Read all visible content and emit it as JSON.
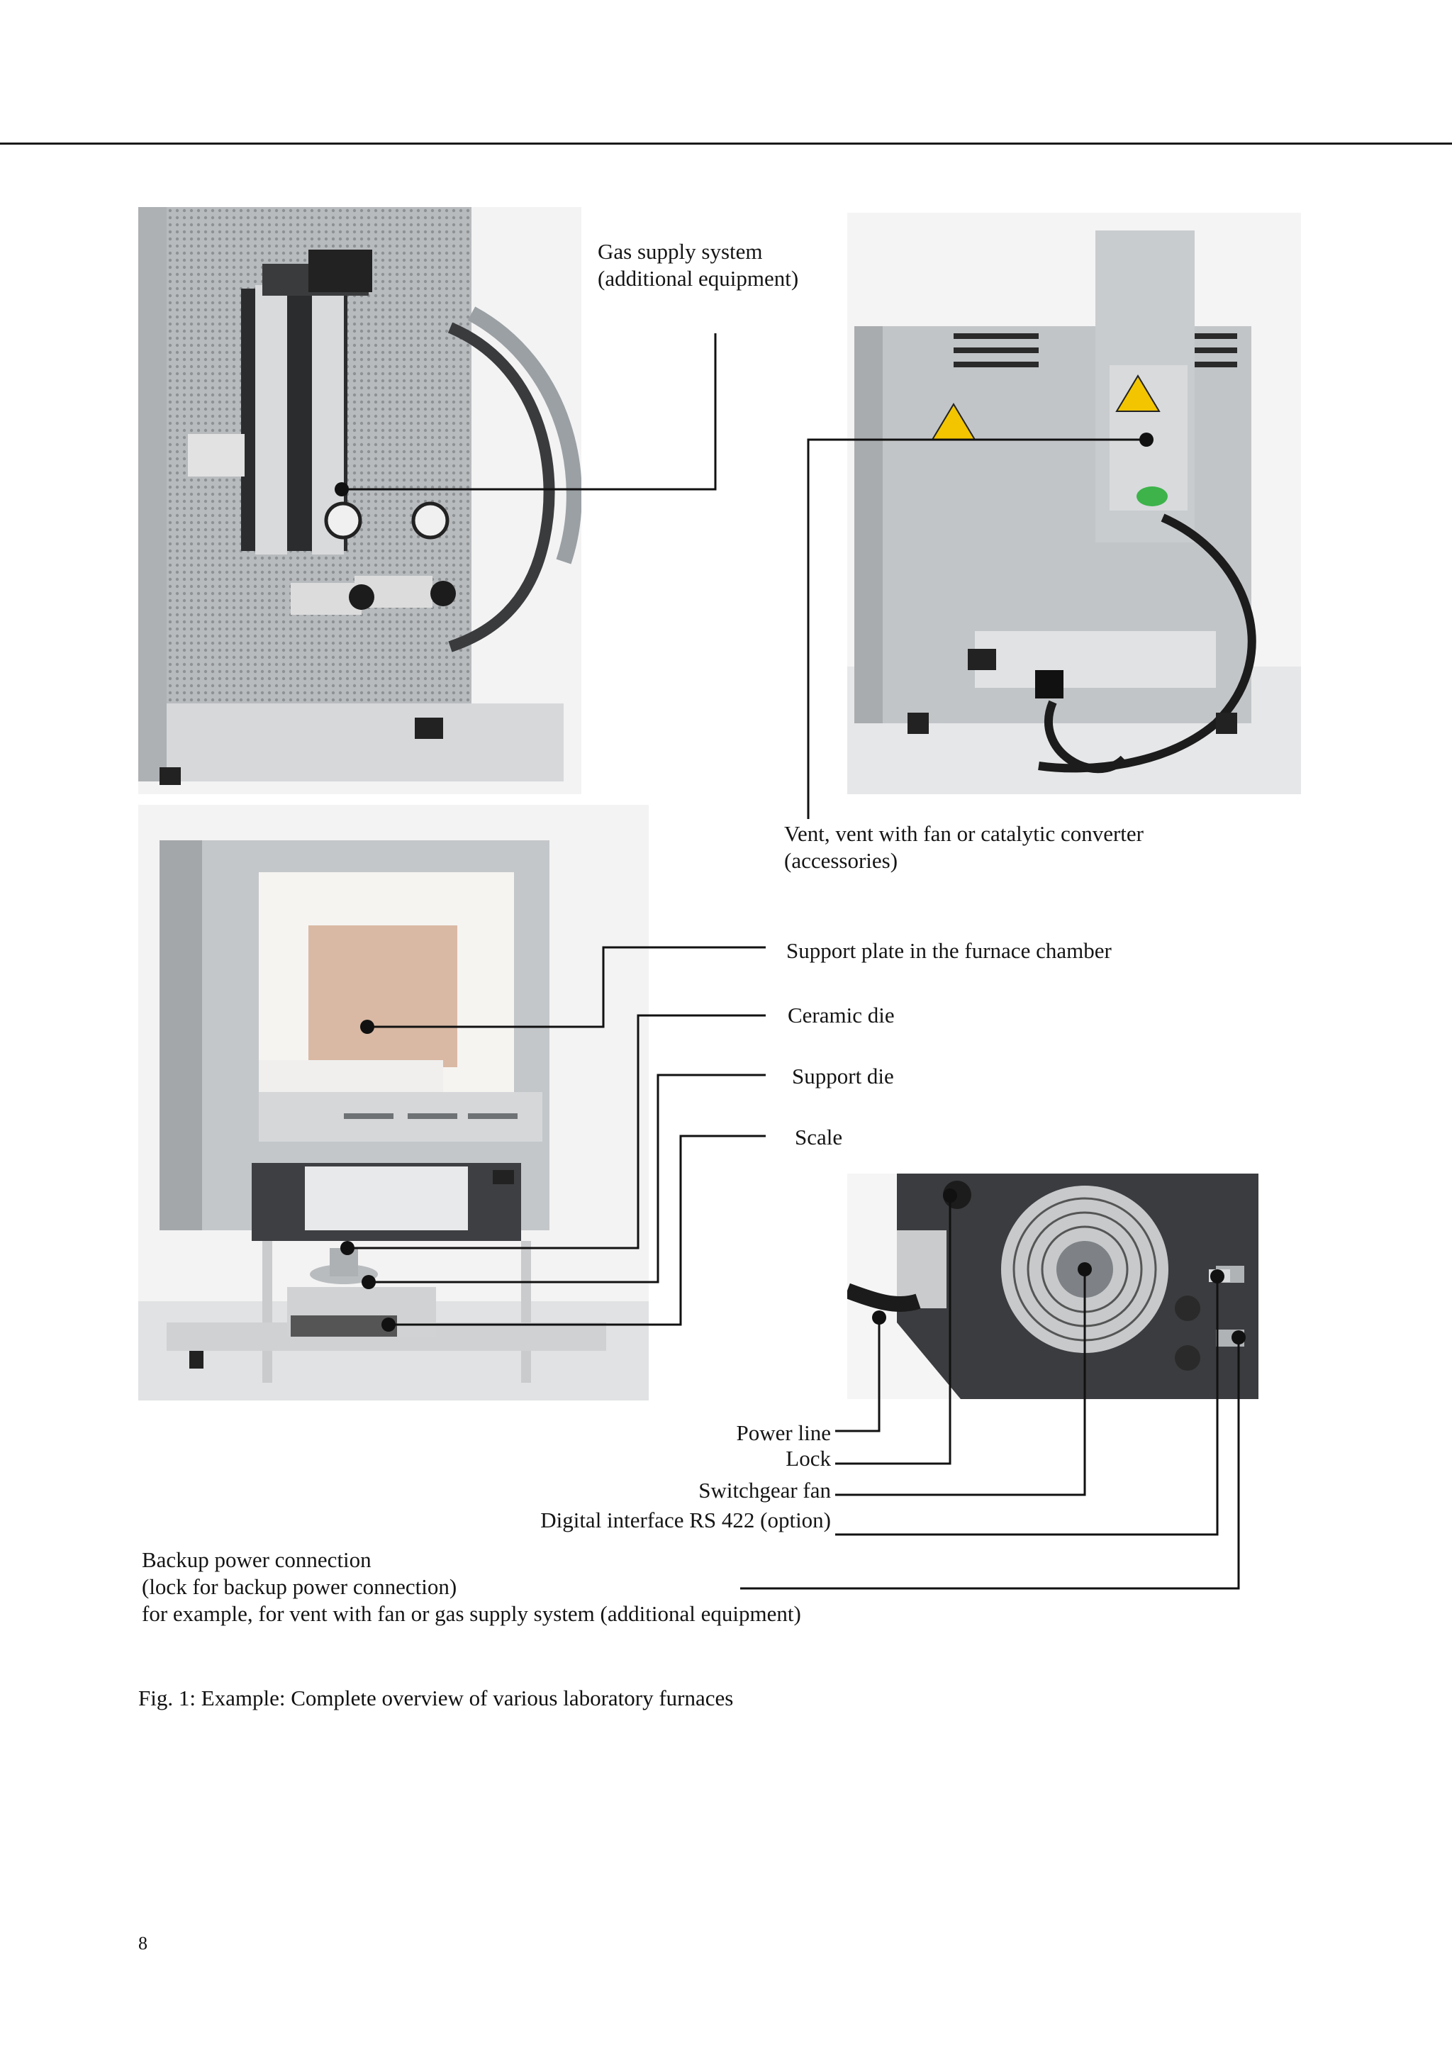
{
  "labels": {
    "gas_supply_line1": "Gas supply system",
    "gas_supply_line2": "(additional equipment)",
    "vent_line1": "Vent, vent with fan or catalytic converter",
    "vent_line2": "(accessories)",
    "support_plate": "Support plate in the furnace chamber",
    "ceramic_die": "Ceramic die",
    "support_die": "Support die",
    "scale": "Scale",
    "power_line": "Power line",
    "lock": "Lock",
    "switchgear_fan": "Switchgear fan",
    "digital_interface": "Digital interface RS 422 (option)",
    "backup_line1": "Backup power connection",
    "backup_line2": "(lock for backup power connection)",
    "backup_line3": "for example, for vent with fan or gas supply system (additional equipment)"
  },
  "caption": "Fig. 1: Example: Complete overview of various laboratory furnaces",
  "page_number": "8",
  "colors": {
    "leader_line": "#111111",
    "steel": "#b9bcbf",
    "chamber": "#d9b9a4",
    "dark_housing": "#3e3f42"
  },
  "icons": [
    "warning-triangle-icon",
    "pressure-gauge-icon",
    "fan-grille-icon"
  ]
}
